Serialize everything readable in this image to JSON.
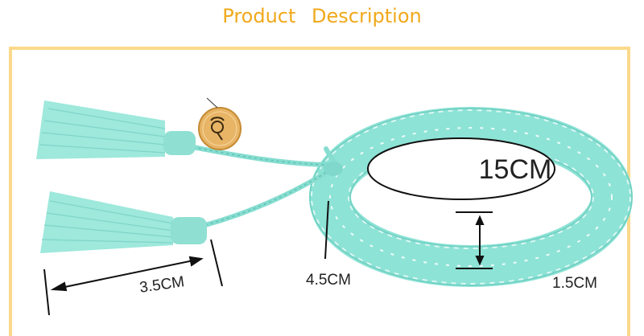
{
  "header": {
    "title": "Product  Description"
  },
  "labels": {
    "circumference": "15CM",
    "tassel_length": "3.5CM",
    "cord_length": "4.5CM",
    "band_width": "1.5CM"
  },
  "colors": {
    "title": "#f0a91b",
    "frame": "#fbd98b",
    "band": "#8de3d6",
    "tassel": "#9ee8dc",
    "pendant": "#e8b466"
  },
  "pendant": {
    "symbol": "zodiac-icon"
  }
}
